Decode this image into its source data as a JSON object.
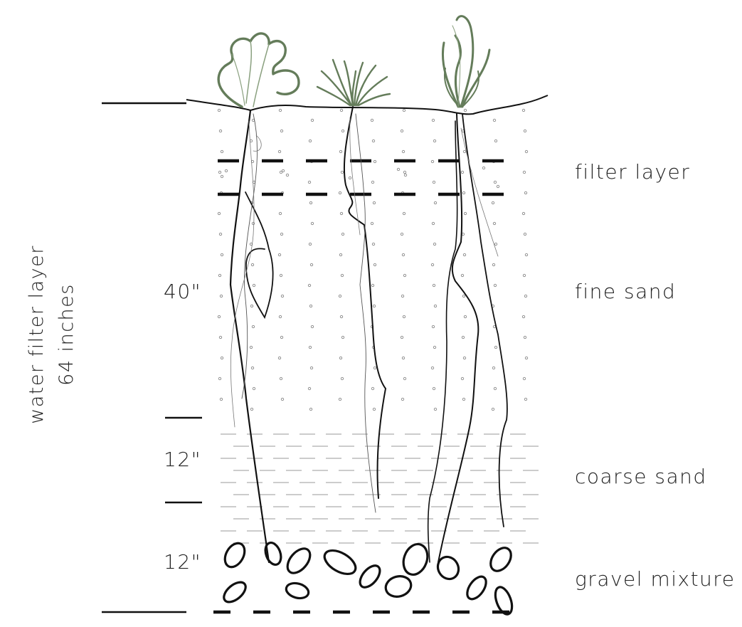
{
  "side_label": {
    "line1": "water filter layer",
    "line2": "64 inches"
  },
  "depths": {
    "fine_sand": "40\"",
    "coarse_sand": "12\"",
    "gravel": "12\""
  },
  "layers": {
    "filter": "filter layer",
    "fine_sand": "fine sand",
    "coarse_sand": "coarse sand",
    "gravel": "gravel mixture"
  },
  "colors": {
    "ink": "#111111",
    "plant": "#647c5a",
    "dot": "#8a8a8a",
    "hatch": "#9a9a9a"
  }
}
